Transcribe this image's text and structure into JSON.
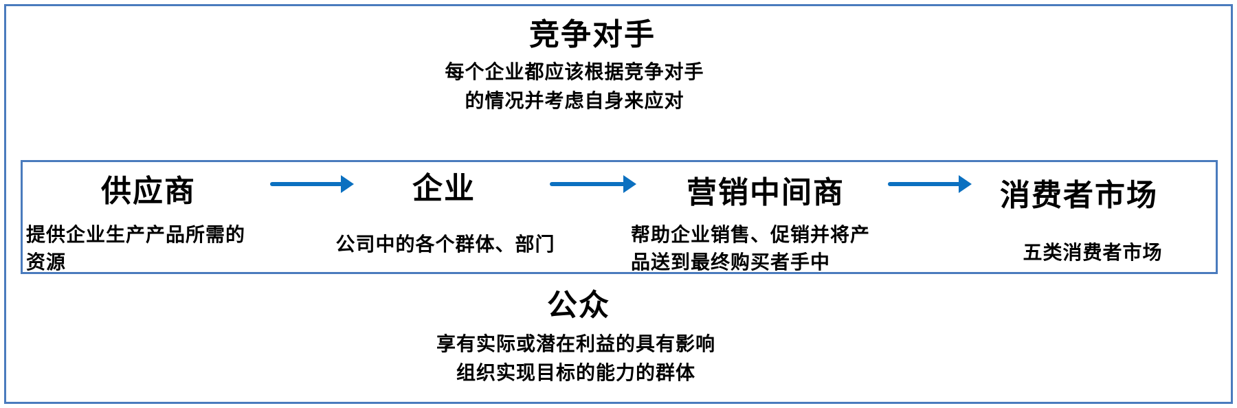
{
  "colors": {
    "border_blue": "#4A7BBD",
    "arrow_blue": "#0B70C0",
    "text_black": "#000000",
    "background": "#FFFFFF"
  },
  "diagram": {
    "top": {
      "title": "竞争对手",
      "desc_line1": "每个企业都应该根据竞争对手",
      "desc_line2": "的情况并考虑自身来应对"
    },
    "chain": {
      "items": [
        {
          "title": "供应商",
          "desc_line1": "提供企业生产产品所需的",
          "desc_line2": "资源"
        },
        {
          "title": "企业",
          "desc_line1": "公司中的各个群体、部门"
        },
        {
          "title": "营销中间商",
          "desc_line1": "帮助企业销售、促销并将产",
          "desc_line2": "品送到最终购买者手中"
        },
        {
          "title": "消费者市场",
          "desc_line1": "五类消费者市场"
        }
      ],
      "arrows": [
        {
          "name": "arrow-right-icon",
          "glyph": "→"
        },
        {
          "name": "arrow-right-icon",
          "glyph": "→"
        },
        {
          "name": "arrow-right-icon",
          "glyph": "→"
        }
      ]
    },
    "bottom": {
      "title": "公众",
      "desc_line1": "享有实际或潜在利益的具有影响",
      "desc_line2": "组织实现目标的能力的群体"
    }
  }
}
